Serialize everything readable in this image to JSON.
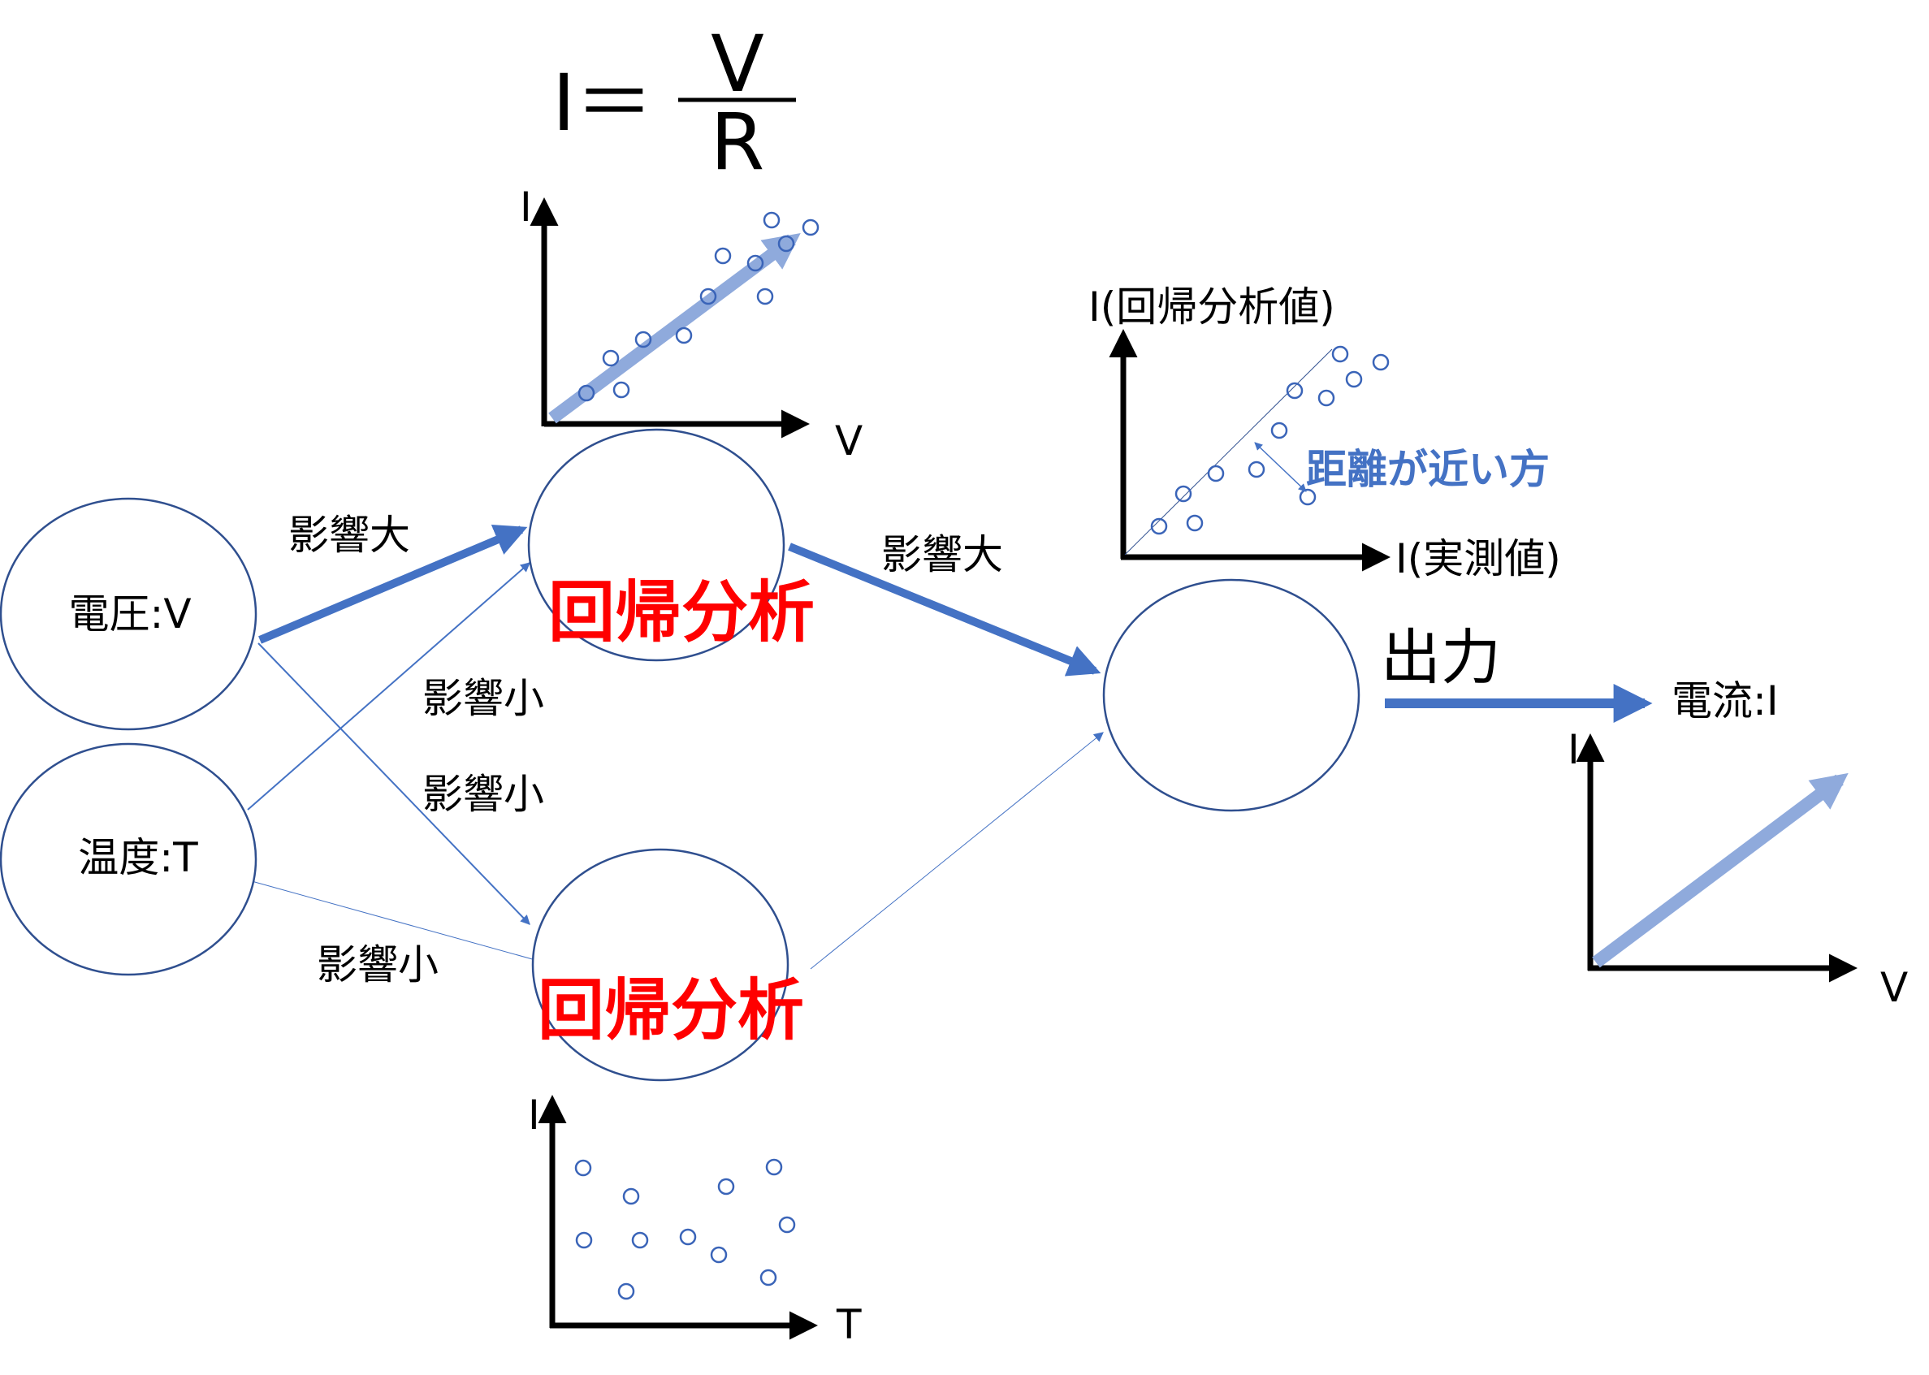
{
  "formula": {
    "lhs": "I＝",
    "numerator": "V",
    "denominator": "R"
  },
  "nodes": {
    "voltage": "電圧:V",
    "temperature": "温度:T",
    "current": "電流:I"
  },
  "edge_labels": {
    "v_to_r1": "影響大",
    "r1_to_out": "影響大",
    "t_to_r1": "影響小",
    "v_to_r2": "影響小",
    "t_to_r2": "影響小",
    "output": "出力"
  },
  "regression_label": "回帰分析",
  "charts": {
    "vi": {
      "y_label": "I",
      "x_label": "V"
    },
    "ti": {
      "y_label": "I",
      "x_label": "T"
    },
    "compare": {
      "y_label": "I(回帰分析値)",
      "x_label": "I(実測値)",
      "note": "距離が近い方"
    },
    "output": {
      "y_label": "I",
      "x_label": "V"
    }
  },
  "colors": {
    "arrow": "#4472c4",
    "arrow_light": "#8faadc",
    "regression_text": "#ff0000",
    "point": "#3a64b8",
    "node_border": "#2f4f8f"
  }
}
